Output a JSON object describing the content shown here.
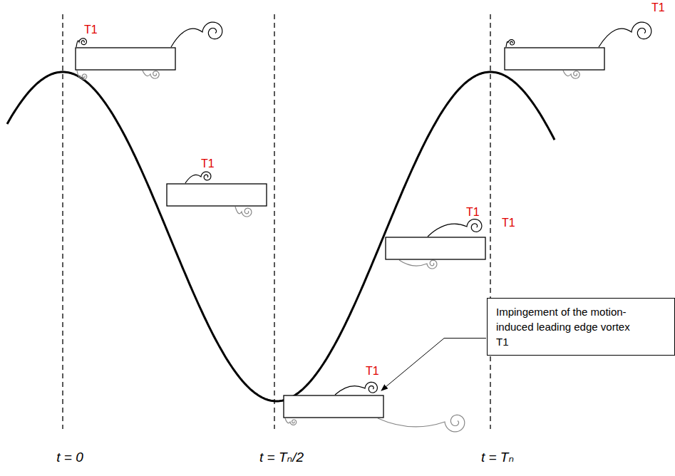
{
  "diagram": {
    "nodes": [
      {
        "text": [
          "Impingement of the motion-induced leading edge vortex T1"
        ]
      }
    ],
    "edges": [],
    "labels": [
      "T1",
      "T1",
      "T1",
      "T1",
      "T1",
      "T1",
      "t = 0",
      "t = Tₙ/2",
      "t = Tₙ"
    ]
  }
}
